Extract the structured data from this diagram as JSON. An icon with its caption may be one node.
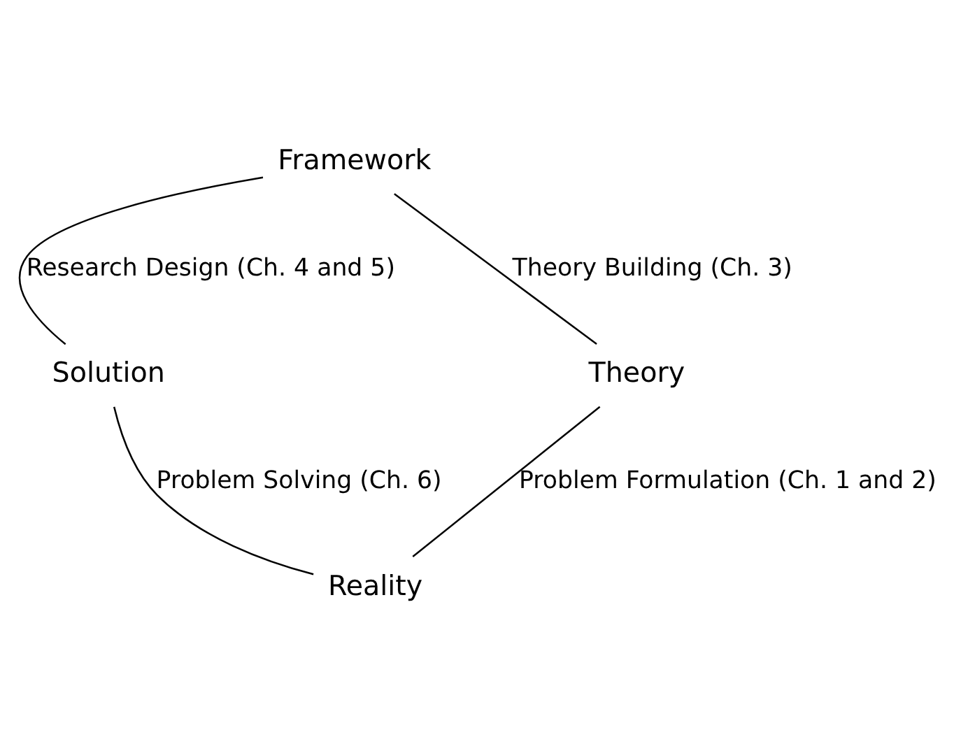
{
  "diagram": {
    "nodes": [
      {
        "text": [
          "Framework"
        ]
      },
      {
        "text": [
          "Solution"
        ]
      },
      {
        "text": [
          "Theory"
        ]
      },
      {
        "text": [
          "Reality"
        ]
      }
    ],
    "edges": [
      {
        "from": 0,
        "to": 1,
        "arrow": "none",
        "label": "Research Design (Ch. 4 and 5)"
      },
      {
        "from": 0,
        "to": 2,
        "arrow": "none",
        "label": "Theory Building (Ch. 3)"
      },
      {
        "from": 1,
        "to": 3,
        "arrow": "none",
        "label": "Problem Solving (Ch. 6)"
      },
      {
        "from": 2,
        "to": 3,
        "arrow": "none",
        "label": "Problem Formulation (Ch. 1 and 2)"
      }
    ]
  }
}
